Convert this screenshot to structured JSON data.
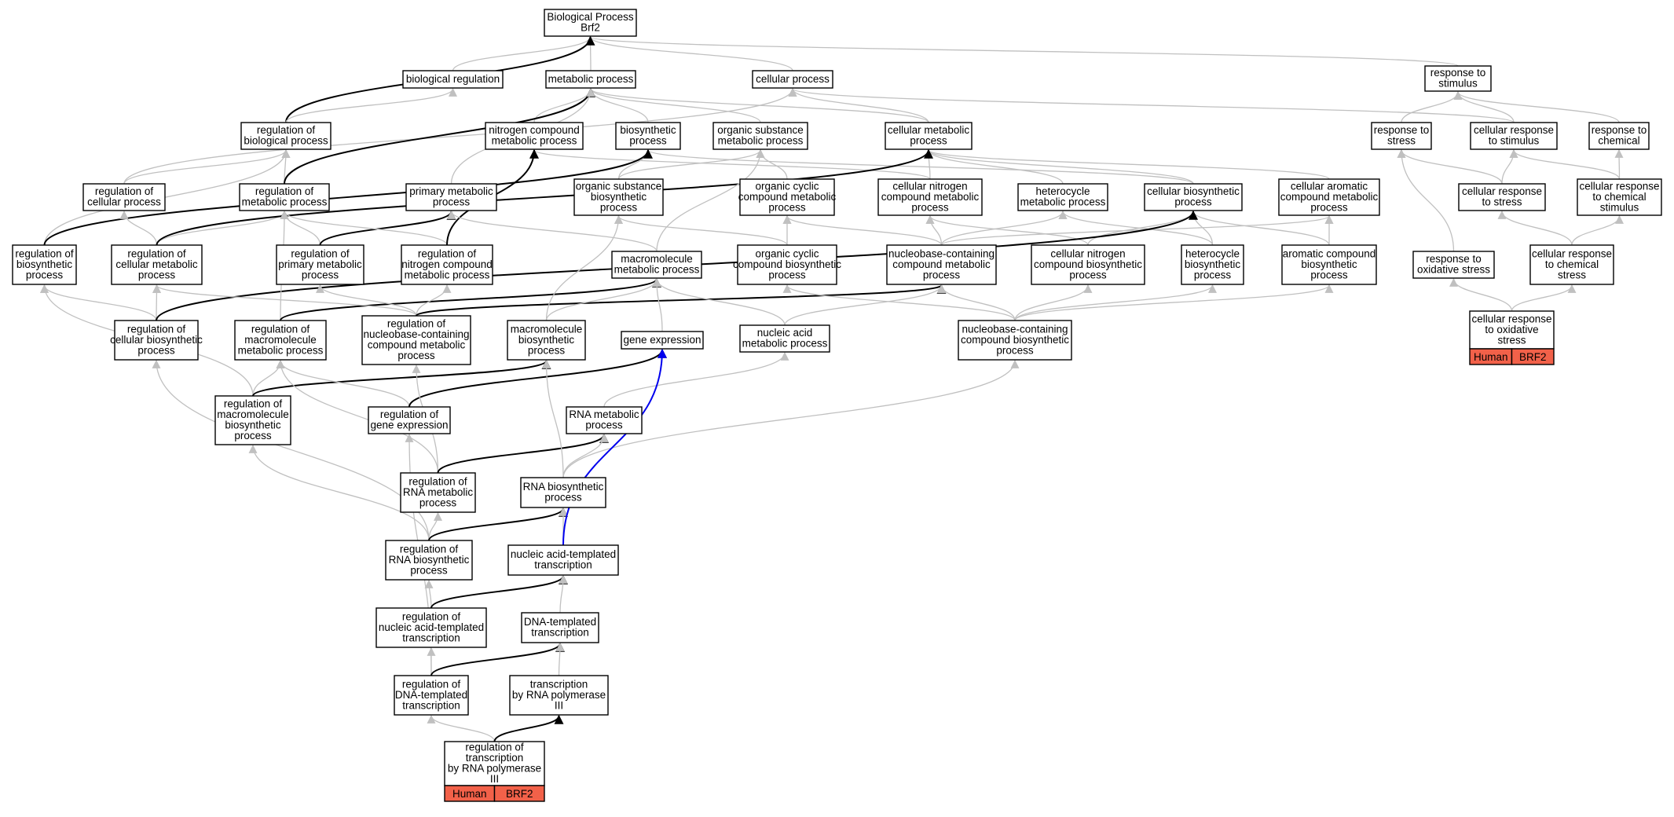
{
  "colors": {
    "gray_edge": "#c0c0c0",
    "black_edge": "#000000",
    "blue_edge": "#0000ee",
    "annotation_fill": "#f26149"
  },
  "nodes": [
    {
      "id": "bp",
      "lines": [
        "Biological Process",
        "Brf2"
      ]
    },
    {
      "id": "bioreg",
      "lines": [
        "biological regulation"
      ]
    },
    {
      "id": "metproc",
      "lines": [
        "metabolic process"
      ]
    },
    {
      "id": "cellproc",
      "lines": [
        "cellular process"
      ]
    },
    {
      "id": "respstim",
      "lines": [
        "response to",
        "stimulus"
      ]
    },
    {
      "id": "regbio",
      "lines": [
        "regulation of",
        "biological process"
      ]
    },
    {
      "id": "nitcomp",
      "lines": [
        "nitrogen compound",
        "metabolic process"
      ]
    },
    {
      "id": "biosyn",
      "lines": [
        "biosynthetic",
        "process"
      ]
    },
    {
      "id": "orgsub",
      "lines": [
        "organic substance",
        "metabolic process"
      ]
    },
    {
      "id": "cellmet",
      "lines": [
        "cellular metabolic",
        "process"
      ]
    },
    {
      "id": "respstress",
      "lines": [
        "response to",
        "stress"
      ]
    },
    {
      "id": "cellrespstim",
      "lines": [
        "cellular response",
        "to stimulus"
      ]
    },
    {
      "id": "respchem",
      "lines": [
        "response to",
        "chemical"
      ]
    },
    {
      "id": "regcell",
      "lines": [
        "regulation of",
        "cellular process"
      ]
    },
    {
      "id": "regmet",
      "lines": [
        "regulation of",
        "metabolic process"
      ]
    },
    {
      "id": "primmet",
      "lines": [
        "primary metabolic",
        "process"
      ]
    },
    {
      "id": "orgsubbio",
      "lines": [
        "organic substance",
        "biosynthetic",
        "process"
      ]
    },
    {
      "id": "orgcyc",
      "lines": [
        "organic cyclic",
        "compound metabolic",
        "process"
      ]
    },
    {
      "id": "cellnitmet",
      "lines": [
        "cellular nitrogen",
        "compound metabolic",
        "process"
      ]
    },
    {
      "id": "hetmet",
      "lines": [
        "heterocycle",
        "metabolic process"
      ]
    },
    {
      "id": "cellbio",
      "lines": [
        "cellular biosynthetic",
        "process"
      ]
    },
    {
      "id": "cellarom",
      "lines": [
        "cellular aromatic",
        "compound metabolic",
        "process"
      ]
    },
    {
      "id": "cellrespstress",
      "lines": [
        "cellular response",
        "to stress"
      ]
    },
    {
      "id": "cellrespchemstim",
      "lines": [
        "cellular response",
        "to chemical",
        "stimulus"
      ]
    },
    {
      "id": "regbiosyn",
      "lines": [
        "regulation of",
        "biosynthetic",
        "process"
      ]
    },
    {
      "id": "regcellmet",
      "lines": [
        "regulation of",
        "cellular metabolic",
        "process"
      ]
    },
    {
      "id": "regprim",
      "lines": [
        "regulation of",
        "primary metabolic",
        "process"
      ]
    },
    {
      "id": "regnit",
      "lines": [
        "regulation of",
        "nitrogen compound",
        "metabolic process"
      ]
    },
    {
      "id": "macromet",
      "lines": [
        "macromolecule",
        "metabolic process"
      ]
    },
    {
      "id": "orgcycbio",
      "lines": [
        "organic cyclic",
        "compound biosynthetic",
        "process"
      ]
    },
    {
      "id": "nucmet",
      "lines": [
        "nucleobase-containing",
        "compound metabolic",
        "process"
      ]
    },
    {
      "id": "cellnitbio",
      "lines": [
        "cellular nitrogen",
        "compound biosynthetic",
        "process"
      ]
    },
    {
      "id": "hetbio",
      "lines": [
        "heterocycle",
        "biosynthetic",
        "process"
      ]
    },
    {
      "id": "arombio",
      "lines": [
        "aromatic compound",
        "biosynthetic",
        "process"
      ]
    },
    {
      "id": "respox",
      "lines": [
        "response to",
        "oxidative stress"
      ]
    },
    {
      "id": "cellrespchem",
      "lines": [
        "cellular response",
        "to chemical",
        "stress"
      ]
    },
    {
      "id": "regcellbio",
      "lines": [
        "regulation of",
        "cellular biosynthetic",
        "process"
      ]
    },
    {
      "id": "regmacromet",
      "lines": [
        "regulation of",
        "macromolecule",
        "metabolic process"
      ]
    },
    {
      "id": "regnuc",
      "lines": [
        "regulation of",
        "nucleobase-containing",
        "compound metabolic",
        "process"
      ]
    },
    {
      "id": "macrobio",
      "lines": [
        "macromolecule",
        "biosynthetic",
        "process"
      ]
    },
    {
      "id": "geneexp",
      "lines": [
        "gene expression"
      ]
    },
    {
      "id": "nucacidmet",
      "lines": [
        "nucleic acid",
        "metabolic process"
      ]
    },
    {
      "id": "nucbio",
      "lines": [
        "nucleobase-containing",
        "compound biosynthetic",
        "process"
      ]
    },
    {
      "id": "cellrespox",
      "lines": [
        "cellular response",
        "to oxidative",
        "stress"
      ],
      "annotation": [
        "Human",
        "BRF2"
      ]
    },
    {
      "id": "regmacrobio",
      "lines": [
        "regulation of",
        "macromolecule",
        "biosynthetic",
        "process"
      ]
    },
    {
      "id": "reggene",
      "lines": [
        "regulation of",
        "gene expression"
      ]
    },
    {
      "id": "rnamet",
      "lines": [
        "RNA metabolic",
        "process"
      ]
    },
    {
      "id": "regrnamet",
      "lines": [
        "regulation of",
        "RNA metabolic",
        "process"
      ]
    },
    {
      "id": "rnabio",
      "lines": [
        "RNA biosynthetic",
        "process"
      ]
    },
    {
      "id": "regrnabio",
      "lines": [
        "regulation of",
        "RNA biosynthetic",
        "process"
      ]
    },
    {
      "id": "natt",
      "lines": [
        "nucleic acid-templated",
        "transcription"
      ]
    },
    {
      "id": "regnatt",
      "lines": [
        "regulation of",
        "nucleic acid-templated",
        "transcription"
      ]
    },
    {
      "id": "dnatt",
      "lines": [
        "DNA-templated",
        "transcription"
      ]
    },
    {
      "id": "regdnatt",
      "lines": [
        "regulation of",
        "DNA-templated",
        "transcription"
      ]
    },
    {
      "id": "txpol3",
      "lines": [
        "transcription",
        "by RNA polymerase",
        "III"
      ]
    },
    {
      "id": "regtxpol3",
      "lines": [
        "regulation of",
        "transcription",
        "by RNA polymerase",
        "III"
      ],
      "annotation": [
        "Human",
        "BRF2"
      ]
    }
  ],
  "edges": [
    {
      "from": "bioreg",
      "to": "bp",
      "type": "gray"
    },
    {
      "from": "metproc",
      "to": "bp",
      "type": "gray"
    },
    {
      "from": "cellproc",
      "to": "bp",
      "type": "gray"
    },
    {
      "from": "respstim",
      "to": "bp",
      "type": "gray"
    },
    {
      "from": "regbio",
      "to": "bp",
      "type": "black"
    },
    {
      "from": "regbio",
      "to": "bioreg",
      "type": "gray"
    },
    {
      "from": "nitcomp",
      "to": "metproc",
      "type": "gray"
    },
    {
      "from": "biosyn",
      "to": "metproc",
      "type": "gray"
    },
    {
      "from": "orgsub",
      "to": "metproc",
      "type": "gray"
    },
    {
      "from": "cellmet",
      "to": "metproc",
      "type": "gray"
    },
    {
      "from": "cellmet",
      "to": "cellproc",
      "type": "gray"
    },
    {
      "from": "respstress",
      "to": "respstim",
      "type": "gray"
    },
    {
      "from": "cellrespstim",
      "to": "respstim",
      "type": "gray"
    },
    {
      "from": "respchem",
      "to": "respstim",
      "type": "gray"
    },
    {
      "from": "cellrespstim",
      "to": "cellproc",
      "type": "gray"
    },
    {
      "from": "regcell",
      "to": "regbio",
      "type": "gray"
    },
    {
      "from": "regcell",
      "to": "cellproc",
      "type": "gray"
    },
    {
      "from": "regmet",
      "to": "regbio",
      "type": "gray"
    },
    {
      "from": "regmet",
      "to": "metproc",
      "type": "black"
    },
    {
      "from": "primmet",
      "to": "metproc",
      "type": "gray"
    },
    {
      "from": "orgsubbio",
      "to": "biosyn",
      "type": "gray"
    },
    {
      "from": "orgsubbio",
      "to": "orgsub",
      "type": "gray"
    },
    {
      "from": "orgcyc",
      "to": "orgsub",
      "type": "gray"
    },
    {
      "from": "cellnitmet",
      "to": "cellmet",
      "type": "gray"
    },
    {
      "from": "cellnitmet",
      "to": "nitcomp",
      "type": "gray"
    },
    {
      "from": "hetmet",
      "to": "cellmet",
      "type": "gray"
    },
    {
      "from": "cellbio",
      "to": "cellmet",
      "type": "gray"
    },
    {
      "from": "cellbio",
      "to": "biosyn",
      "type": "gray"
    },
    {
      "from": "cellarom",
      "to": "cellmet",
      "type": "gray"
    },
    {
      "from": "cellrespstress",
      "to": "respstress",
      "type": "gray"
    },
    {
      "from": "cellrespstress",
      "to": "cellrespstim",
      "type": "gray"
    },
    {
      "from": "cellrespchemstim",
      "to": "cellrespstim",
      "type": "gray"
    },
    {
      "from": "cellrespchemstim",
      "to": "respchem",
      "type": "gray"
    },
    {
      "from": "regbiosyn",
      "to": "regbio",
      "type": "gray"
    },
    {
      "from": "regbiosyn",
      "to": "biosyn",
      "type": "black"
    },
    {
      "from": "regcellmet",
      "to": "regcell",
      "type": "gray"
    },
    {
      "from": "regcellmet",
      "to": "regmet",
      "type": "gray"
    },
    {
      "from": "regcellmet",
      "to": "cellmet",
      "type": "black"
    },
    {
      "from": "regprim",
      "to": "regmet",
      "type": "gray"
    },
    {
      "from": "regprim",
      "to": "primmet",
      "type": "black"
    },
    {
      "from": "regnit",
      "to": "regmet",
      "type": "gray"
    },
    {
      "from": "regnit",
      "to": "nitcomp",
      "type": "black"
    },
    {
      "from": "macromet",
      "to": "orgsub",
      "type": "gray"
    },
    {
      "from": "macromet",
      "to": "primmet",
      "type": "gray"
    },
    {
      "from": "orgcycbio",
      "to": "orgcyc",
      "type": "gray"
    },
    {
      "from": "orgcycbio",
      "to": "orgsubbio",
      "type": "gray"
    },
    {
      "from": "nucmet",
      "to": "cellnitmet",
      "type": "gray"
    },
    {
      "from": "nucmet",
      "to": "hetmet",
      "type": "gray"
    },
    {
      "from": "nucmet",
      "to": "orgcyc",
      "type": "gray"
    },
    {
      "from": "nucmet",
      "to": "cellarom",
      "type": "gray"
    },
    {
      "from": "cellnitbio",
      "to": "cellnitmet",
      "type": "gray"
    },
    {
      "from": "cellnitbio",
      "to": "cellbio",
      "type": "gray"
    },
    {
      "from": "hetbio",
      "to": "hetmet",
      "type": "gray"
    },
    {
      "from": "hetbio",
      "to": "cellbio",
      "type": "gray"
    },
    {
      "from": "arombio",
      "to": "cellarom",
      "type": "gray"
    },
    {
      "from": "arombio",
      "to": "cellbio",
      "type": "gray"
    },
    {
      "from": "respox",
      "to": "respstress",
      "type": "gray"
    },
    {
      "from": "cellrespchem",
      "to": "cellrespstress",
      "type": "gray"
    },
    {
      "from": "cellrespchem",
      "to": "cellrespchemstim",
      "type": "gray"
    },
    {
      "from": "regcellbio",
      "to": "regbiosyn",
      "type": "gray"
    },
    {
      "from": "regcellbio",
      "to": "regcellmet",
      "type": "gray"
    },
    {
      "from": "regcellbio",
      "to": "cellbio",
      "type": "black"
    },
    {
      "from": "regmacromet",
      "to": "regmet",
      "type": "gray"
    },
    {
      "from": "regmacromet",
      "to": "macromet",
      "type": "black"
    },
    {
      "from": "regnuc",
      "to": "regcellmet",
      "type": "gray"
    },
    {
      "from": "regnuc",
      "to": "regprim",
      "type": "gray"
    },
    {
      "from": "regnuc",
      "to": "regnit",
      "type": "gray"
    },
    {
      "from": "regnuc",
      "to": "nucmet",
      "type": "black"
    },
    {
      "from": "macrobio",
      "to": "macromet",
      "type": "gray"
    },
    {
      "from": "macrobio",
      "to": "orgsubbio",
      "type": "gray"
    },
    {
      "from": "geneexp",
      "to": "macromet",
      "type": "gray"
    },
    {
      "from": "nucacidmet",
      "to": "macromet",
      "type": "gray"
    },
    {
      "from": "nucacidmet",
      "to": "nucmet",
      "type": "gray"
    },
    {
      "from": "nucbio",
      "to": "nucmet",
      "type": "gray"
    },
    {
      "from": "nucbio",
      "to": "cellnitbio",
      "type": "gray"
    },
    {
      "from": "nucbio",
      "to": "hetbio",
      "type": "gray"
    },
    {
      "from": "nucbio",
      "to": "arombio",
      "type": "gray"
    },
    {
      "from": "nucbio",
      "to": "orgcycbio",
      "type": "gray"
    },
    {
      "from": "cellrespox",
      "to": "respox",
      "type": "gray"
    },
    {
      "from": "cellrespox",
      "to": "cellrespchem",
      "type": "gray"
    },
    {
      "from": "regmacrobio",
      "to": "regmacromet",
      "type": "gray"
    },
    {
      "from": "regmacrobio",
      "to": "regbiosyn",
      "type": "gray"
    },
    {
      "from": "regmacrobio",
      "to": "macrobio",
      "type": "black"
    },
    {
      "from": "reggene",
      "to": "regmacromet",
      "type": "gray"
    },
    {
      "from": "reggene",
      "to": "geneexp",
      "type": "black"
    },
    {
      "from": "rnamet",
      "to": "nucacidmet",
      "type": "gray"
    },
    {
      "from": "regrnamet",
      "to": "regnuc",
      "type": "gray"
    },
    {
      "from": "regrnamet",
      "to": "regmacromet",
      "type": "gray"
    },
    {
      "from": "regrnamet",
      "to": "rnamet",
      "type": "black"
    },
    {
      "from": "rnabio",
      "to": "rnamet",
      "type": "gray"
    },
    {
      "from": "rnabio",
      "to": "macrobio",
      "type": "gray"
    },
    {
      "from": "rnabio",
      "to": "nucbio",
      "type": "gray"
    },
    {
      "from": "regrnabio",
      "to": "regrnamet",
      "type": "gray"
    },
    {
      "from": "regrnabio",
      "to": "regmacrobio",
      "type": "gray"
    },
    {
      "from": "regrnabio",
      "to": "regcellbio",
      "type": "gray"
    },
    {
      "from": "regrnabio",
      "to": "rnabio",
      "type": "black"
    },
    {
      "from": "natt",
      "to": "rnabio",
      "type": "gray"
    },
    {
      "from": "natt",
      "to": "geneexp",
      "type": "blue"
    },
    {
      "from": "regnatt",
      "to": "regrnabio",
      "type": "gray"
    },
    {
      "from": "regnatt",
      "to": "natt",
      "type": "black"
    },
    {
      "from": "dnatt",
      "to": "natt",
      "type": "gray"
    },
    {
      "from": "regdnatt",
      "to": "regnatt",
      "type": "gray"
    },
    {
      "from": "regdnatt",
      "to": "reggene",
      "type": "gray"
    },
    {
      "from": "regdnatt",
      "to": "dnatt",
      "type": "black"
    },
    {
      "from": "txpol3",
      "to": "dnatt",
      "type": "gray"
    },
    {
      "from": "regtxpol3",
      "to": "regdnatt",
      "type": "gray"
    },
    {
      "from": "regtxpol3",
      "to": "txpol3",
      "type": "black"
    }
  ]
}
